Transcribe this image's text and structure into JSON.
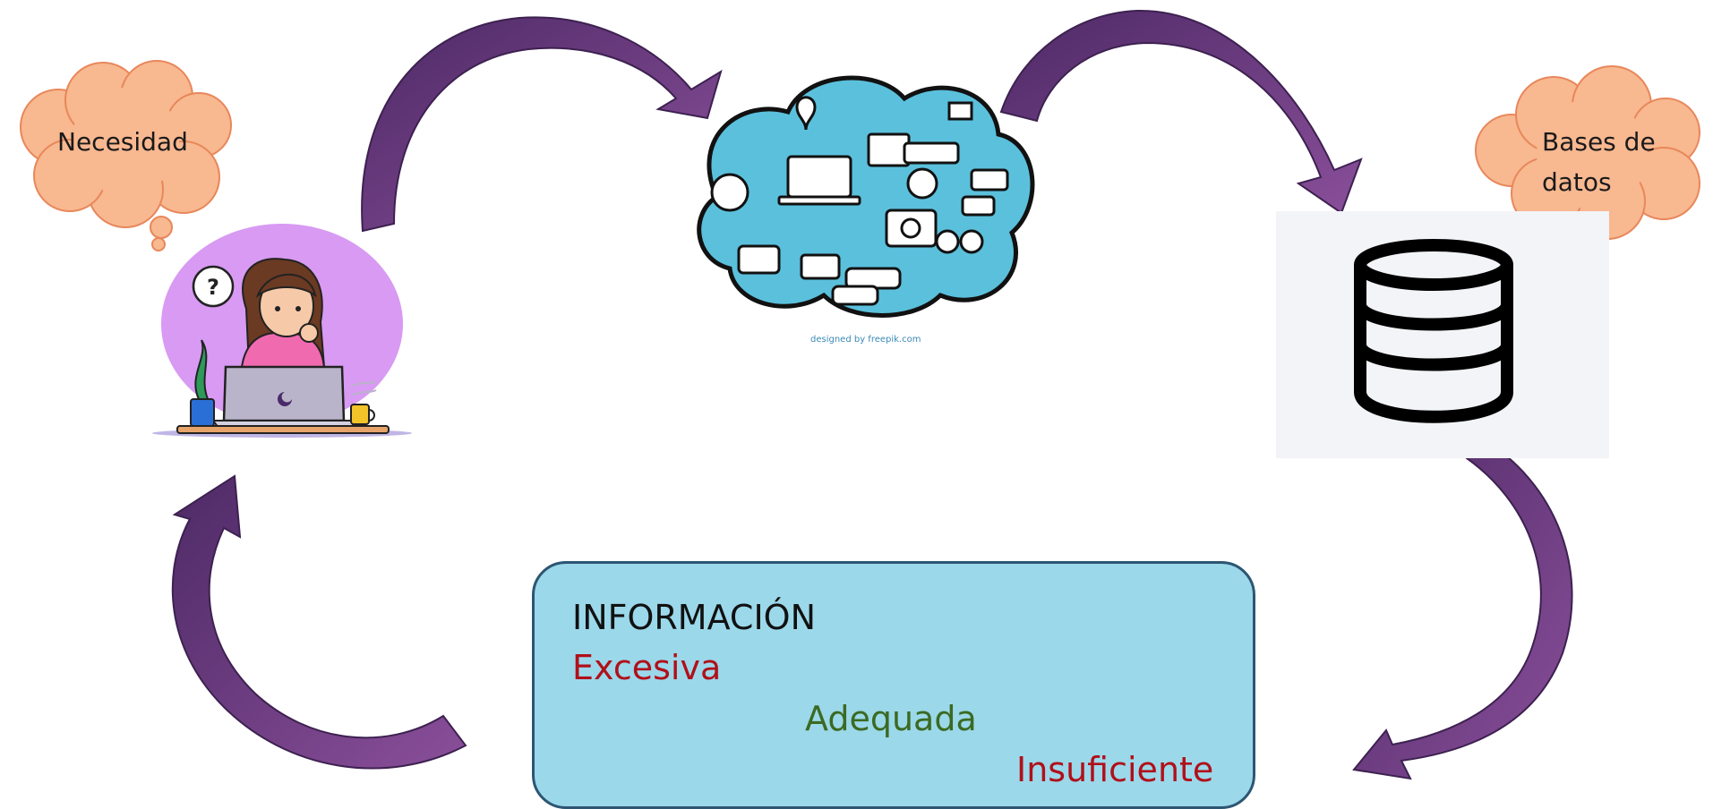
{
  "labels": {
    "need": "Necesidad",
    "databases": "Bases de\ndatos"
  },
  "credit": "designed by freepik.com",
  "info_box": {
    "title": "INFORMACIÓN",
    "excessive": "Excesiva",
    "adequate": "Adequada",
    "insufficient": "Insuficiente"
  },
  "colors": {
    "arrow": "#6b3b7e",
    "arrow_light": "#8a4f9a",
    "thought_cloud": "#f8b890",
    "info_box_fill": "#9bd8ea",
    "info_box_border": "#2d5673",
    "title_text": "#111111",
    "red_text": "#b0101a",
    "green_text": "#3b6a22"
  }
}
